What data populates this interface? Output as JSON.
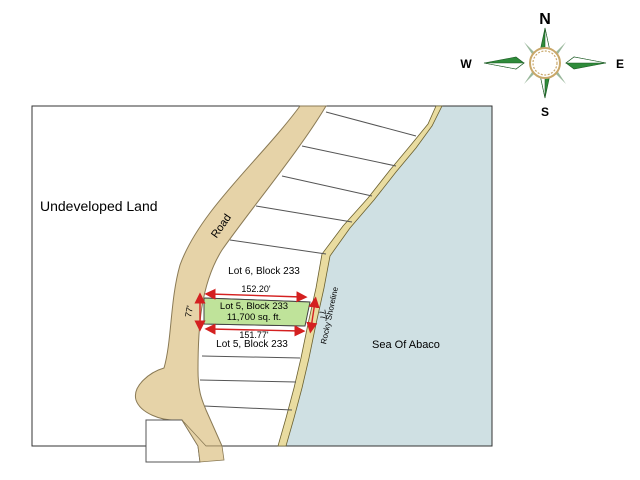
{
  "compass": {
    "north": "N",
    "south": "S",
    "east": "E",
    "west": "W"
  },
  "labels": {
    "undeveloped": "Undeveloped Land",
    "road": "Road",
    "sea": "Sea Of Abaco",
    "shoreline": "Rocky Shoreline",
    "lot_above": "Lot 6, Block 233",
    "lot_main_name": "Lot 5, Block 233",
    "lot_main_area": "11,700 sq. ft.",
    "lot_below": "Lot 5, Block 233"
  },
  "dimensions": {
    "top": "152.20'",
    "bottom": "151.77'",
    "left": "77'",
    "right": "77'"
  },
  "colors": {
    "road": "#e6d3a8",
    "road_edge": "#8a7a55",
    "sea": "#cfe0e3",
    "shore": "#e9dca0",
    "lot_highlight": "#bfe39a",
    "arrow": "#d42020",
    "compass_green": "#2e8b3a"
  }
}
